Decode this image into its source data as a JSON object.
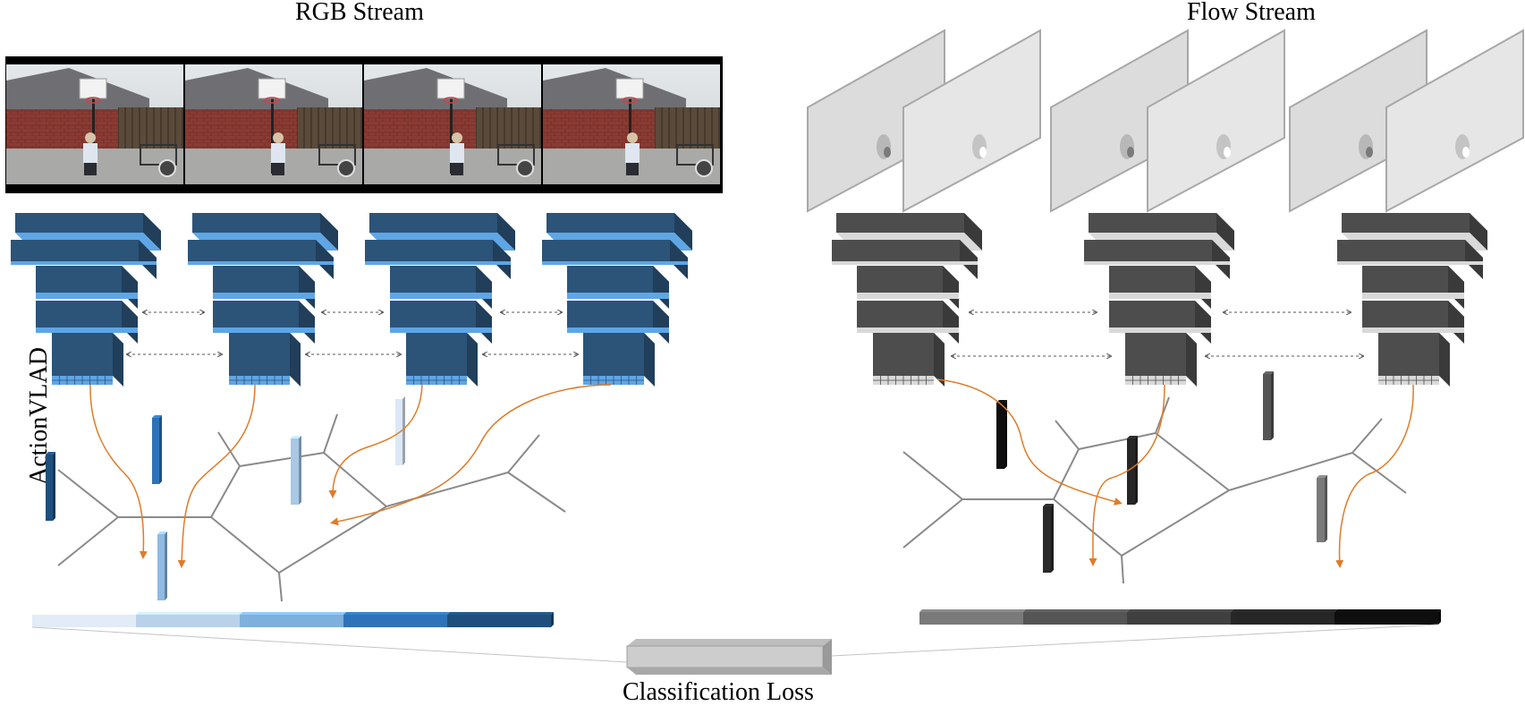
{
  "titles": {
    "rgb_stream": "RGB Stream",
    "flow_stream": "Flow Stream",
    "side_label": "ActionVLAD",
    "loss": "Classification Loss"
  },
  "colors": {
    "rgb_dark": "#2c5378",
    "rgb_light": "#5ea6e6",
    "flow_dark": "#4d4d4d",
    "flow_light": "#d9d9d9",
    "assignment_arrow": "#e07b28",
    "graph_edge": "#8a8a8a"
  },
  "rgb_feature_colors": [
    "#e2ecf6",
    "#b9d2ea",
    "#7fb0dc",
    "#2e73b8",
    "#1f4f7c"
  ],
  "flow_feature_colors": [
    "#7a7a7a",
    "#555555",
    "#404040",
    "#262626",
    "#0e0e0e"
  ],
  "icons": [
    "video-frame-icon",
    "optical-flow-frame-icon",
    "cnn-stack-icon",
    "descriptor-bar-icon"
  ]
}
